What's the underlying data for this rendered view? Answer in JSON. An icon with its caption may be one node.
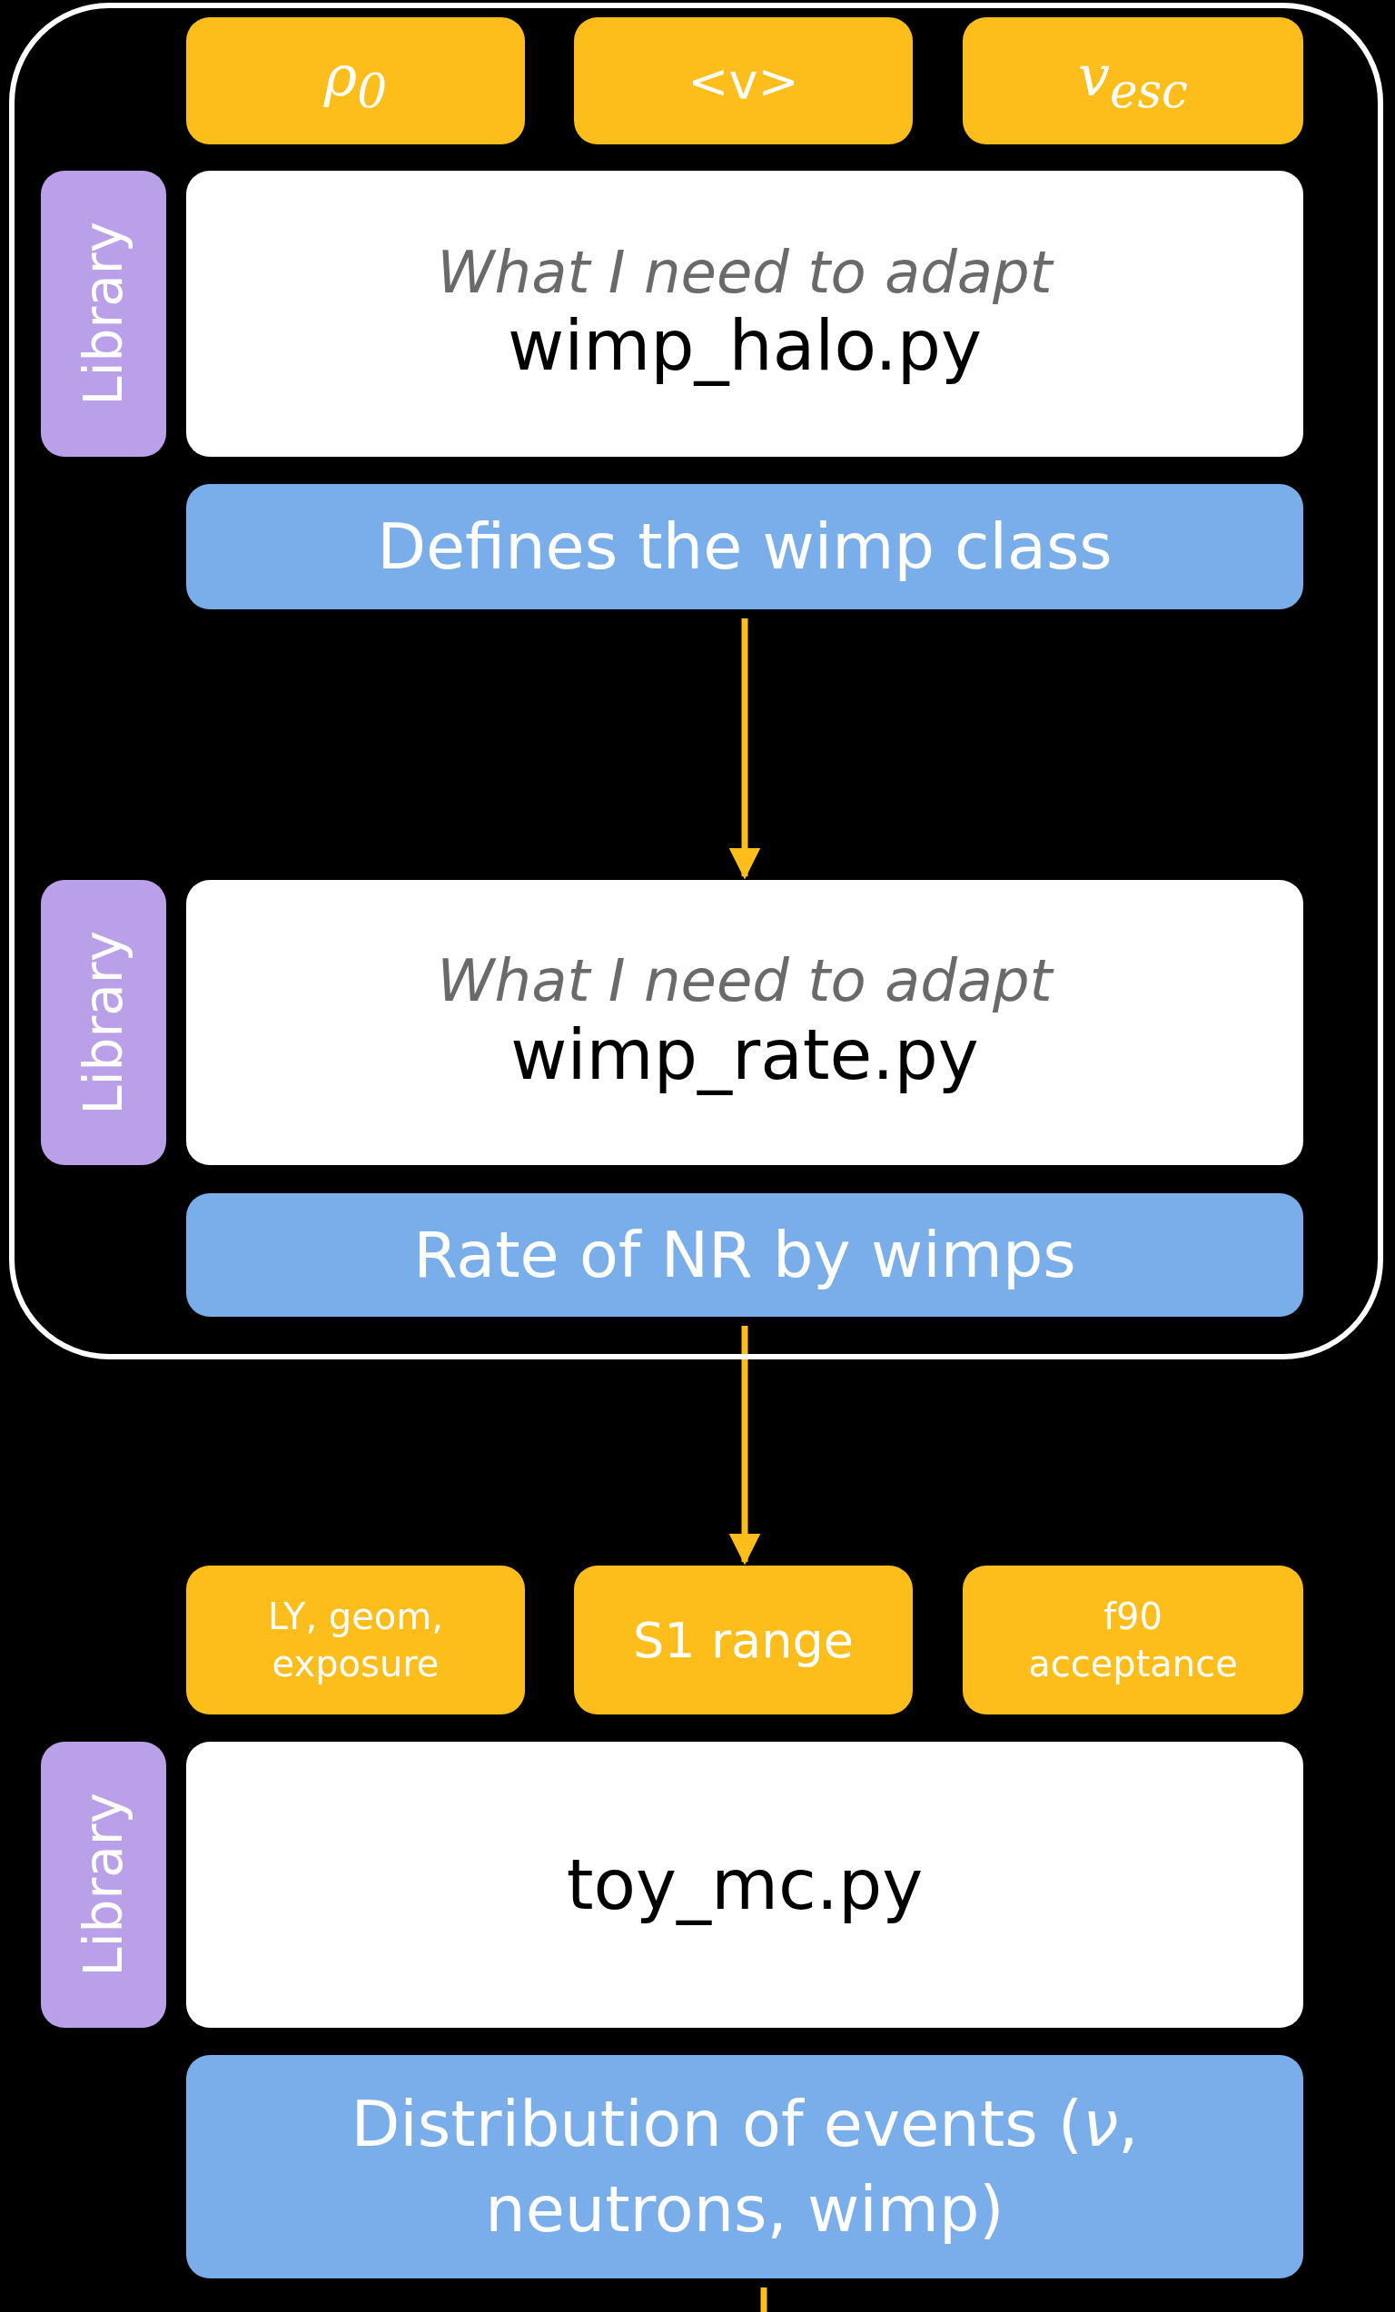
{
  "diagram": {
    "nodes": [
      {
        "text": [],
        "shape": "box"
      },
      {
        "text": [
          "ρ$_{0}$"
        ],
        "in": 0
      },
      {
        "text": [
          "<v>"
        ],
        "in": 0
      },
      {
        "text": [
          "v$_{esc}$"
        ],
        "in": 0
      },
      {
        "text": [
          "Library"
        ],
        "in": 0
      },
      {
        "text": [
          "What I need to adapt",
          "wimp_halo.py"
        ],
        "in": 0
      },
      {
        "text": [
          "Defines the wimp class"
        ],
        "in": 0
      },
      {
        "text": [
          "Library"
        ],
        "in": 0
      },
      {
        "text": [
          "What I need to adapt",
          "wimp_rate.py"
        ],
        "in": 0
      },
      {
        "text": [
          "Rate of NR by wimps"
        ],
        "in": 0
      },
      {
        "text": [
          "LY, geom, exposure"
        ]
      },
      {
        "text": [
          "S1 range"
        ]
      },
      {
        "text": [
          "f90 acceptance"
        ]
      },
      {
        "text": [
          "Library"
        ]
      },
      {
        "text": [
          "toy_mc.py"
        ]
      },
      {
        "text": [
          "Distribution of events (*ν*, neutrons, wimp)"
        ]
      }
    ],
    "edges": [
      {
        "from": 6,
        "to": 8,
        "arrow": "to"
      },
      {
        "from": 9,
        "to": 11,
        "arrow": "to"
      },
      {
        "from": 15,
        "to": null,
        "arrow": "none"
      }
    ]
  }
}
